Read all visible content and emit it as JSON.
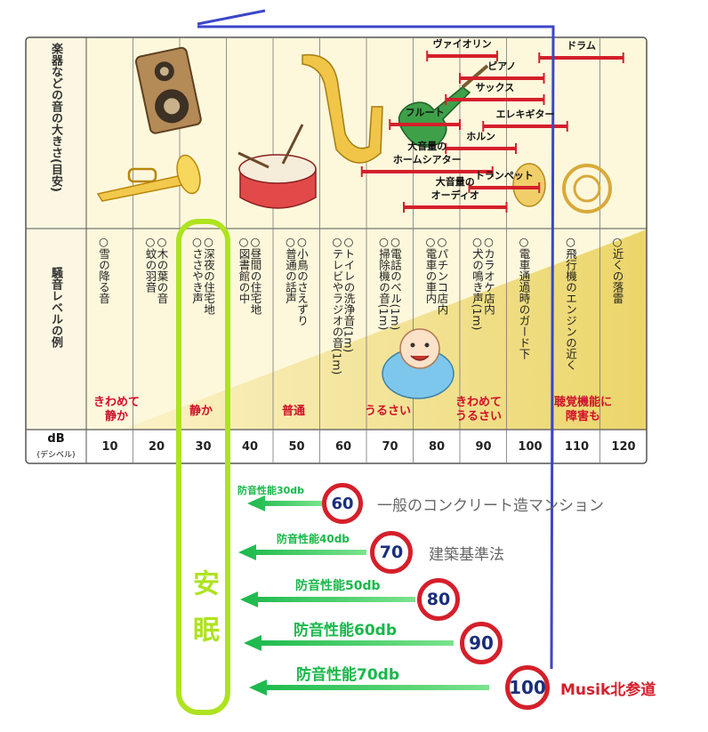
{
  "row_labels": {
    "instruments": "楽器などの音の大きさ(目安)",
    "examples": "騒音レベルの例"
  },
  "db_header": {
    "top": "dB",
    "bottom": "(デシベル)"
  },
  "db_values": [
    "10",
    "20",
    "30",
    "40",
    "50",
    "60",
    "70",
    "80",
    "90",
    "100",
    "110",
    "120"
  ],
  "examples": [
    "○雪の降る音",
    "○木の葉の音\n○蚊の羽音",
    "○深夜の住宅地\n○ささやき声",
    "○昼間の住宅地\n○図書館の中",
    "○小鳥のさえずり\n○普通の話声",
    "○トイレの洗浄音(1m)\n○テレビやラジオの音(1m)",
    "○電話のベル(1m)\n○掃除機の音(1m)",
    "○パチンコ店内\n○電車の車内",
    "○カラオケ店内\n○犬の鳴き声(1m)",
    "○電車通過時のガード下",
    "○飛行機のエンジンの近く",
    "○近くの落雷"
  ],
  "categories": [
    {
      "text": "きわめて\n静か"
    },
    {
      "text": "静か"
    },
    {
      "text": "普通"
    },
    {
      "text": "うるさい"
    },
    {
      "text": "きわめて\nうるさい"
    },
    {
      "text": "聴覚機能に\n障害も"
    }
  ],
  "instrument_ranges": [
    {
      "label": "ヴァイオリン",
      "from": 78,
      "to": 93
    },
    {
      "label": "ドラム",
      "from": 102,
      "to": 120
    },
    {
      "label": "ピアノ",
      "from": 85,
      "to": 103
    },
    {
      "label": "サックス",
      "from": 82,
      "to": 103
    },
    {
      "label": "フルート",
      "from": 70,
      "to": 85
    },
    {
      "label": "エレキギター",
      "from": 90,
      "to": 108
    },
    {
      "label": "ホルン",
      "from": 82,
      "to": 97
    },
    {
      "label": "大音量の\nホームシアター",
      "from": 64,
      "to": 92
    },
    {
      "label": "トランペット",
      "from": 87,
      "to": 102
    },
    {
      "label": "大音量の\nオーディオ",
      "from": 73,
      "to": 95
    }
  ],
  "sleep_label": "安眠",
  "soundproofing": [
    {
      "label": "防音性能30db",
      "sign": "60",
      "desc": "一般のコンクリート造マンション"
    },
    {
      "label": "防音性能40db",
      "sign": "70",
      "desc": "建築基準法"
    },
    {
      "label": "防音性能50db",
      "sign": "80",
      "desc": ""
    },
    {
      "label": "防音性能60db",
      "sign": "90",
      "desc": ""
    },
    {
      "label": "防音性能70db",
      "sign": "100",
      "desc": "Musik北参道"
    }
  ],
  "colors": {
    "grid": "#555555",
    "bg_light": "#fdf8dc",
    "wedge": "#f0dc82",
    "range_bar": "#d51f2a",
    "category": "#d0102a",
    "arrow": "#19b84a",
    "sleep": "#aee31f",
    "blue_line": "#3c46c8",
    "sign_border": "#d51f2a",
    "sign_text": "#1a2e7a"
  }
}
